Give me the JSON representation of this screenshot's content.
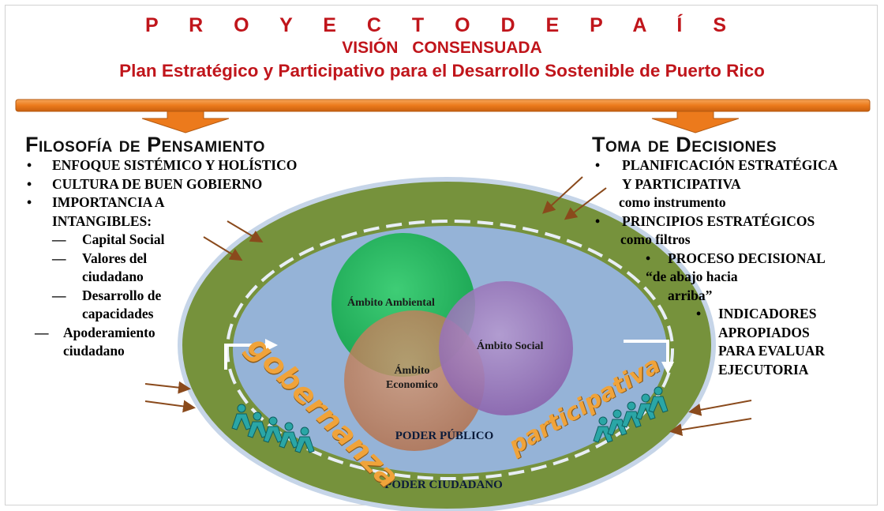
{
  "header": {
    "line1": "P R O Y E C T O  D E  P A Í S",
    "line2": "VISIÓN   CONSENSUADA",
    "line3": "Plan Estratégico y Participativo para el Desarrollo Sostenible de Puerto Rico"
  },
  "left": {
    "title": "Filosofía de Pensamiento",
    "items": [
      "ENFOQUE SISTÉMICO Y HOLÍSTICO",
      "CULTURA DE BUEN GOBIERNO",
      "IMPORTANCIA A",
      "INTANGIBLES:",
      "Capital Social",
      "Valores del",
      "ciudadano",
      "Desarrollo de",
      "capacidades",
      "Apoderamiento",
      "ciudadano"
    ]
  },
  "right": {
    "title": "Toma de Decisiones",
    "items": [
      "PLANIFICACIÓN ESTRATÉGICA",
      "Y PARTICIPATIVA",
      "como instrumento",
      "PRINCIPIOS ESTRATÉGICOS",
      "como filtros",
      "PROCESO DECISIONAL",
      "“de abajo hacia",
      "arriba”",
      "INDICADORES",
      "APROPIADOS",
      "PARA EVALUAR",
      "EJECUTORIA"
    ]
  },
  "diagram": {
    "circles": [
      "Ámbito Ambiental",
      "Ámbito Social",
      "Ámbito",
      "Economico"
    ],
    "inner_label": "PODER PÚBLICO",
    "outer_label": "PODER CIUDADANO",
    "left_word": "gobernanza",
    "right_word": "participativa"
  },
  "colors": {
    "title_red": "#c0151b",
    "bar_orange": "#ec7a1c",
    "ring_green": "#76923c",
    "inner_blue": "#95b3d7",
    "word_orange": "#f0a33a"
  }
}
